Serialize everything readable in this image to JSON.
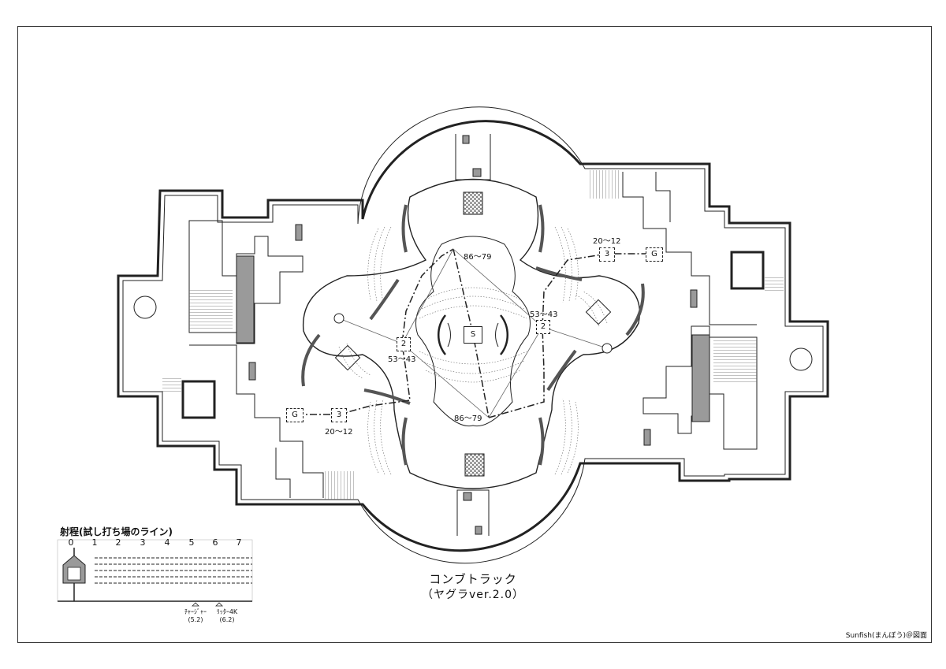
{
  "map": {
    "title": "コンブトラック",
    "subtitle": "（ヤグラver.2.0）",
    "credit": "Sunfish(まんぼう)＠図面"
  },
  "markers": {
    "spawn": "S",
    "goal_left": "G",
    "goal_right": "G",
    "checkpoint_2_left": "2",
    "checkpoint_2_right": "2",
    "checkpoint_3_left": "3",
    "checkpoint_3_right": "3"
  },
  "annotations": {
    "top_8679": "86～79",
    "bottom_8679": "86～79",
    "right_5343": "53～43",
    "left_5343": "53～43",
    "right_2012": "20～12",
    "left_2012": "20～12"
  },
  "legend": {
    "title": "射程(試し打ち場のライン)",
    "ticks": [
      "0",
      "1",
      "2",
      "3",
      "4",
      "5",
      "6",
      "7"
    ],
    "marker1_name": "ﾁｬｰｼﾞｬｰ",
    "marker1_value": "(5.2)",
    "marker2_name": "ﾘｯﾀｰ4K",
    "marker2_value": "(6.2)"
  },
  "colors": {
    "line": "#222222",
    "wall_fill": "#9a9a9a",
    "hatch": "#555555"
  }
}
